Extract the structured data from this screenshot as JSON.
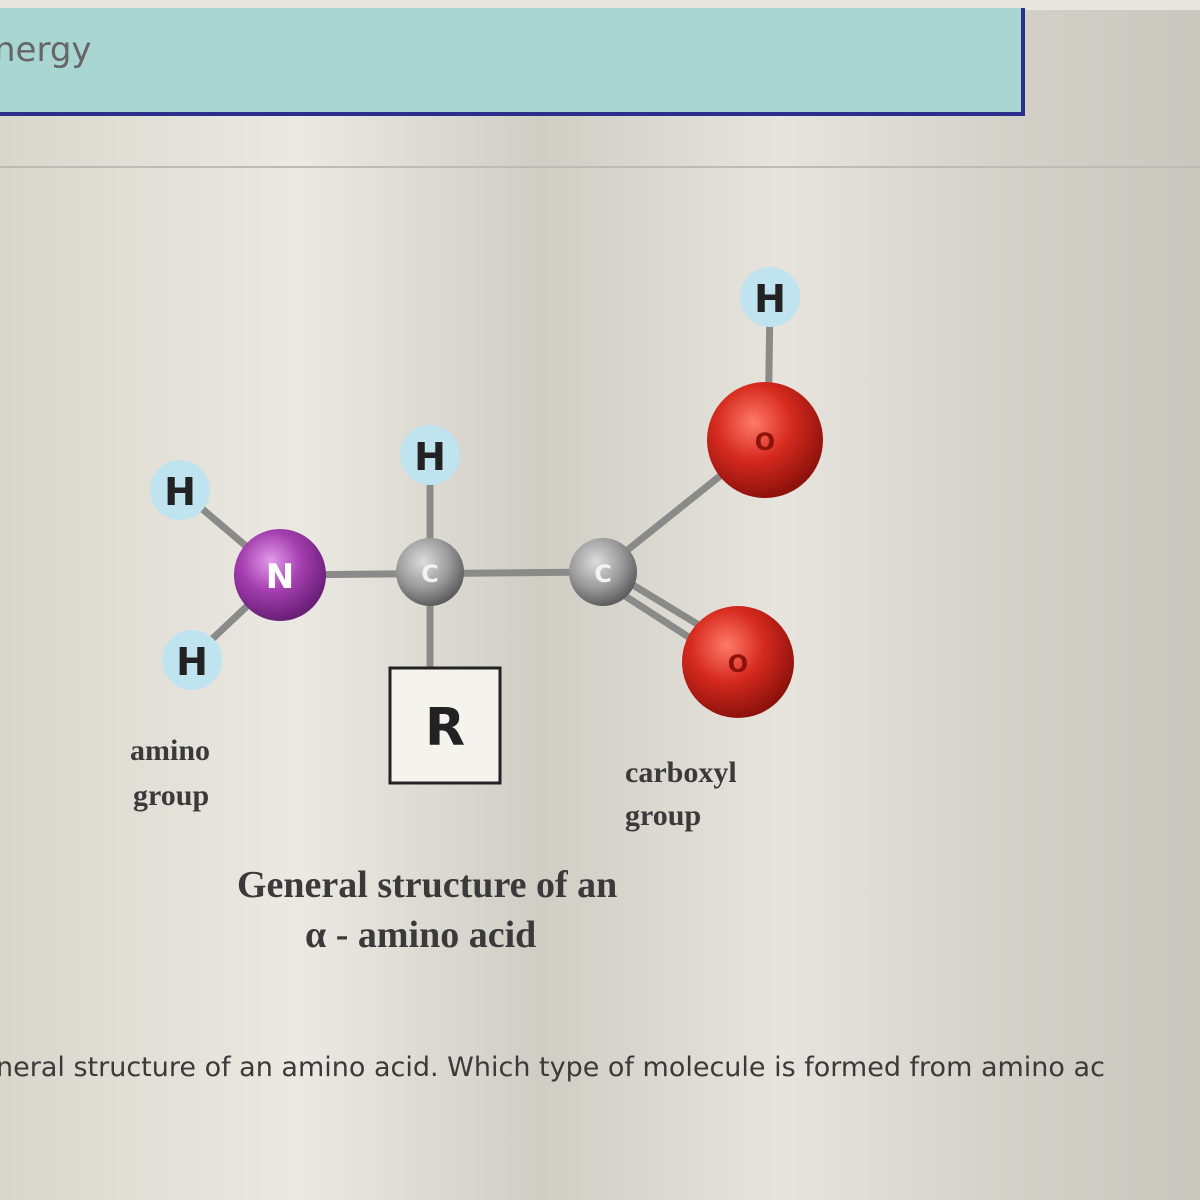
{
  "answer_option": {
    "text": "nergy"
  },
  "diagram": {
    "atoms": {
      "h_hydroxyl": "H",
      "o_hydroxyl": "O",
      "h_alpha": "H",
      "h_amino_top": "H",
      "n": "N",
      "c_alpha": "C",
      "c_carboxyl": "C",
      "o_carbonyl": "O",
      "h_amino_bottom": "H"
    },
    "r_group": "R",
    "amino_label": [
      "amino",
      "group"
    ],
    "carboxyl_label": [
      "carboxyl",
      "group"
    ],
    "caption": [
      "General structure of an",
      "α - amino acid"
    ]
  },
  "question": {
    "text": "neral structure of an amino acid. Which type of molecule is formed from amino ac"
  },
  "colors": {
    "panel": "#a9d6d3",
    "panel_border": "#2a2f8a",
    "oxygen": "#d62a1e",
    "nitrogen": "#a43fb0",
    "carbon": "#9a9a9a",
    "hydrogen": "#bfe3ef"
  }
}
